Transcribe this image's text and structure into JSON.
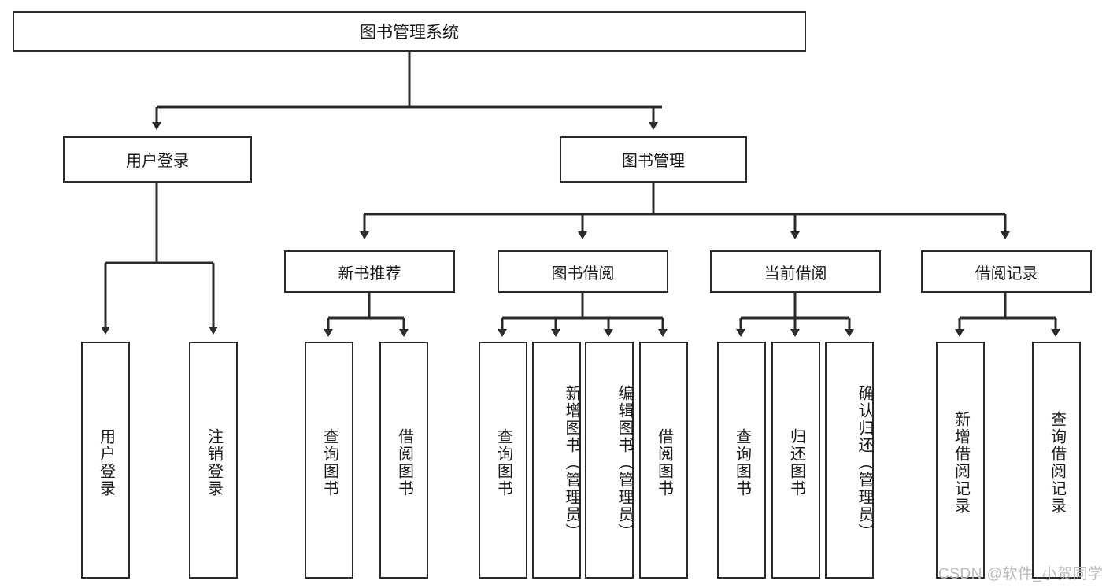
{
  "diagram": {
    "type": "tree",
    "title": "图书管理系统",
    "root": {
      "label": "图书管理系统"
    },
    "level1": [
      {
        "label": "用户登录"
      },
      {
        "label": "图书管理"
      }
    ],
    "level2": [
      {
        "label": "新书推荐"
      },
      {
        "label": "图书借阅"
      },
      {
        "label": "当前借阅"
      },
      {
        "label": "借阅记录"
      }
    ],
    "leaves": {
      "user_login": [
        {
          "label": "用户登录"
        },
        {
          "label": "注销登录"
        }
      ],
      "new_book": [
        {
          "label": "查询图书"
        },
        {
          "label": "借阅图书"
        }
      ],
      "book_borrow": [
        {
          "label": "查询图书"
        },
        {
          "label": "新增图书（管理员）"
        },
        {
          "label": "编辑图书（管理员）"
        },
        {
          "label": "借阅图书"
        }
      ],
      "current_borrow": [
        {
          "label": "查询图书"
        },
        {
          "label": "归还图书"
        },
        {
          "label": "确认归还（管理员）"
        }
      ],
      "borrow_record": [
        {
          "label": "新增借阅记录"
        },
        {
          "label": "查询借阅记录"
        }
      ]
    }
  },
  "watermark": {
    "text": "CSDN @软件_小贺同学"
  },
  "colors": {
    "border": "#2b2b2b",
    "background": "#ffffff",
    "text": "#1a1a1a",
    "watermark": "#b9b9b9"
  }
}
